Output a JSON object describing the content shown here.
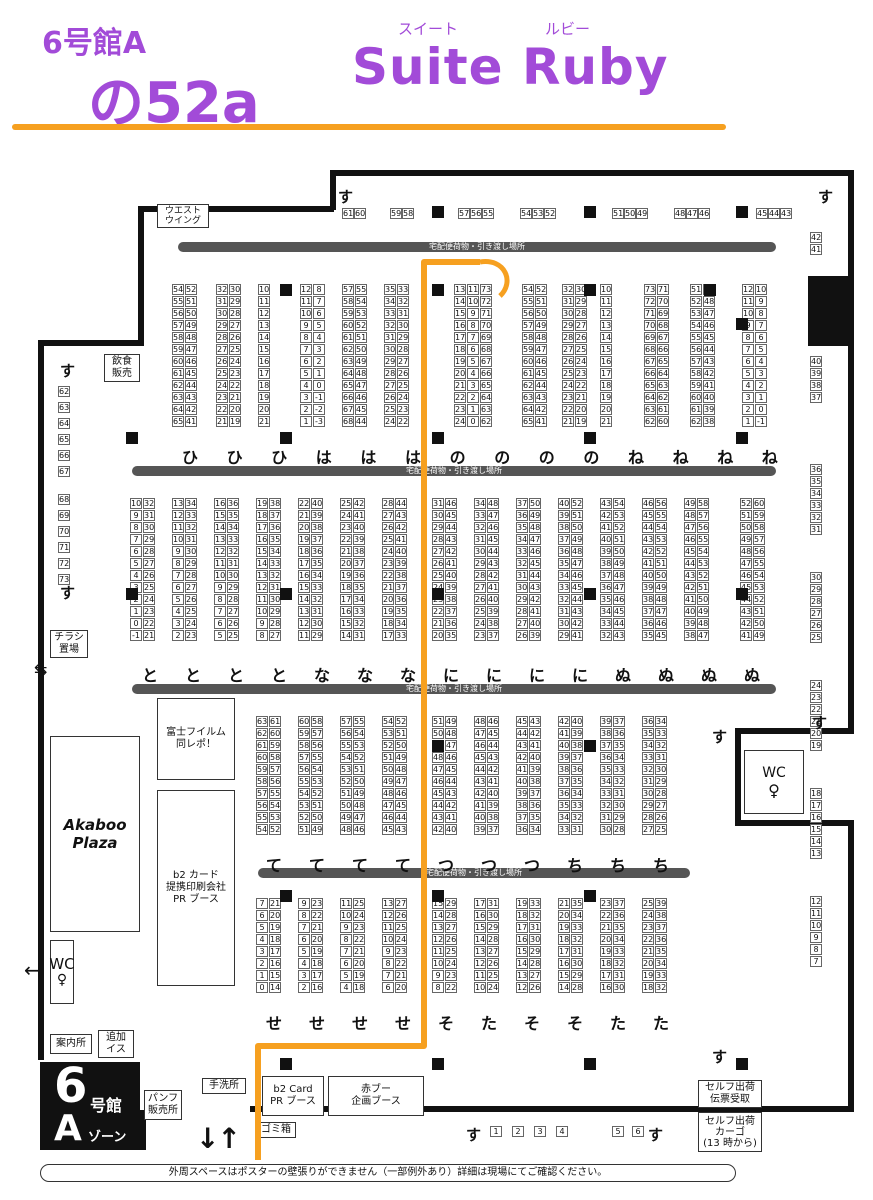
{
  "header": {
    "hall": "6号館A",
    "space": "の52a",
    "circle_name": "Suite Ruby",
    "ruby_suite": "スイート",
    "ruby_ruby": "ルビー",
    "accent_color": "#a24bd8",
    "route_color": "#f6a020"
  },
  "labels": {
    "west_wing": "ウエスト\nウイング",
    "delivery": "宅配便荷物・引き渡し場所",
    "food": "飲食\n販売",
    "flyer": "チラシ\n置場",
    "akaboo": "Akaboo\nPlaza",
    "fujifilm": "富士フイルム\n同レポ！",
    "b2card": "b2 カード\n提携印刷会社\nPR ブース",
    "wc": "WC",
    "info": "案内所",
    "extra_chair": "追加\nイス",
    "hall_big": "6",
    "hall_go": "号館",
    "zone_a": "A",
    "zone": "ゾーン",
    "pamphlet": "パンフ\n販売所",
    "restroom_wash": "手洗所",
    "b2card_pr": "b2 Card\nPR ブース",
    "akabu": "赤ブー\n企画ブース",
    "trash": "ゴミ箱",
    "self_ship": "セルフ出荷\n伝票受取",
    "self_cargo": "セルフ出荷\nカーゴ\n(13 時から)",
    "footer_note": "外周スペースはポスターの壁張りができません（一部例外あり）詳細は現場にてご確認ください。",
    "su": "す",
    "arrow_left": "←",
    "arrows_down_up": "↓↑"
  },
  "top_wall_numbers": [
    "61",
    "60",
    "59",
    "58",
    "57",
    "56",
    "55",
    "54",
    "53",
    "52",
    "51",
    "50",
    "49",
    "48",
    "47",
    "46",
    "45",
    "44",
    "43"
  ],
  "right_wall_numbers": [
    "42",
    "41",
    "40",
    "39",
    "38",
    "37",
    "36",
    "35",
    "34",
    "33",
    "32",
    "31",
    "30",
    "29",
    "28",
    "27",
    "26",
    "25",
    "24",
    "23",
    "22",
    "21",
    "20",
    "19",
    "18",
    "17",
    "16",
    "15",
    "14",
    "13",
    "12",
    "11",
    "10",
    "9",
    "8",
    "7"
  ],
  "left_wall_numbers": [
    "62",
    "63",
    "64",
    "65",
    "66",
    "67",
    "68",
    "69",
    "70",
    "71",
    "72",
    "73"
  ],
  "row_letters": {
    "row1": [
      "ひ",
      "ひ",
      "ひ",
      "は",
      "は",
      "は",
      "の",
      "の",
      "の",
      "の",
      "ね",
      "ね",
      "ね",
      "ね"
    ],
    "row2": [
      "と",
      "と",
      "と",
      "と",
      "な",
      "な",
      "な",
      "に",
      "に",
      "に",
      "に",
      "ぬ",
      "ぬ",
      "ぬ",
      "ぬ"
    ],
    "row3": [
      "て",
      "て",
      "て",
      "て",
      "つ",
      "つ",
      "つ",
      "ち",
      "ち",
      "ち"
    ],
    "row4": [
      "せ",
      "せ",
      "せ",
      "せ",
      "そ",
      "た",
      "そ",
      "そ",
      "た",
      "た"
    ]
  },
  "bottom_wall": [
    "1",
    "2",
    "3",
    "4",
    "5",
    "6"
  ],
  "highlight_booth": "52"
}
